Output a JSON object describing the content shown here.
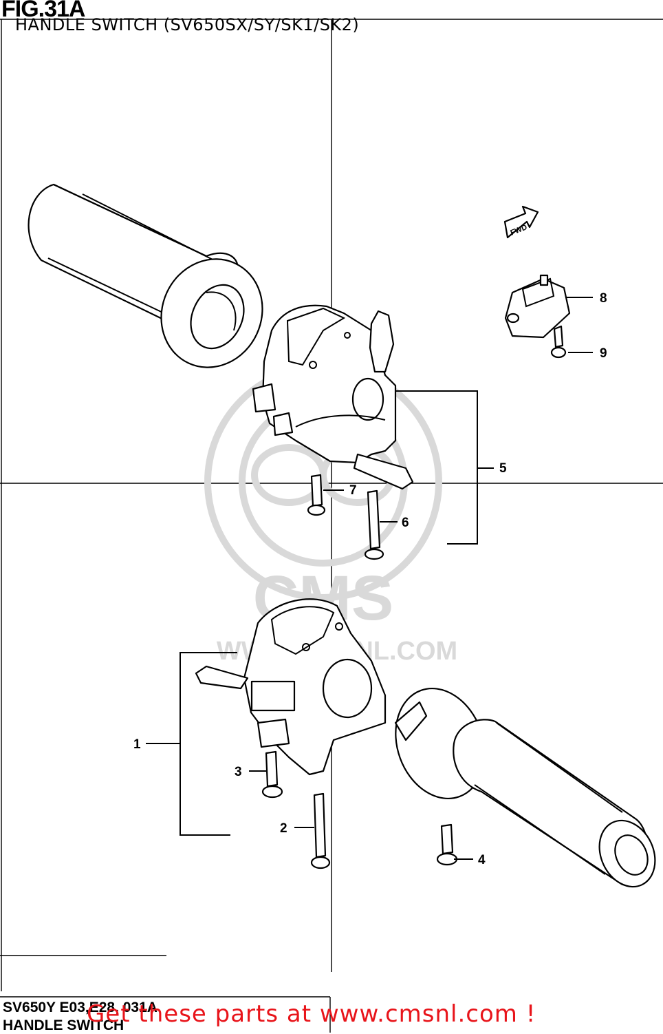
{
  "figure": {
    "title": "FIG.31A",
    "subtitle": "HANDLE SWITCH (SV650SX/SY/SK1/SK2)"
  },
  "watermark": {
    "brand": "CMS",
    "site": "WWW.CMSNL.COM"
  },
  "direction_marker": "FWD",
  "callouts": [
    "1",
    "2",
    "3",
    "4",
    "5",
    "6",
    "7",
    "8",
    "9"
  ],
  "footer": {
    "model_code": "SV650Y E03,E28, 031A",
    "section_name": "HANDLE SWITCH",
    "promo": "Get these parts at www.cmsnl.com !",
    "promo_color": "#e8141a"
  }
}
